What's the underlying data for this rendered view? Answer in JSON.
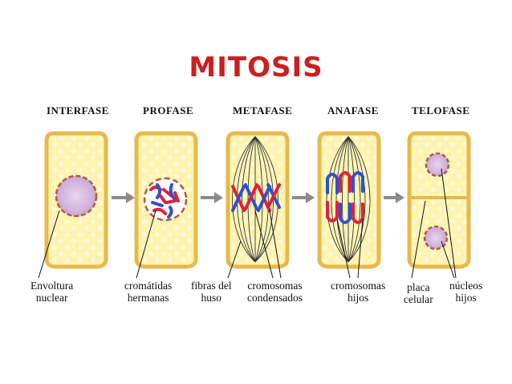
{
  "title": "MITOSIS",
  "colors": {
    "title": "#cc1f1f",
    "cell_fill": "#fff3b0",
    "cell_border": "#e8b84a",
    "nucleus": "#d8bde0",
    "chromosome_red": "#e0203a",
    "chromosome_blue": "#3050d0",
    "spindle": "#333333",
    "arrow": "#8a8a8a"
  },
  "stages": [
    "INTERFASE",
    "PROFASE",
    "METAFASE",
    "ANAFASE",
    "TELOFASE"
  ],
  "labels": {
    "envoltura": [
      "Envoltura",
      "nuclear"
    ],
    "cromatidas": [
      "cromátidas",
      "hermanas"
    ],
    "fibras": [
      "fibras del",
      "huso"
    ],
    "cromosomas_condensados": [
      "cromosomas",
      "condensados"
    ],
    "cromosomas_hijos": [
      "cromosomas",
      "hijos"
    ],
    "placa": [
      "placa",
      "celular"
    ],
    "nucleos": [
      "núcleos",
      "hijos"
    ]
  }
}
